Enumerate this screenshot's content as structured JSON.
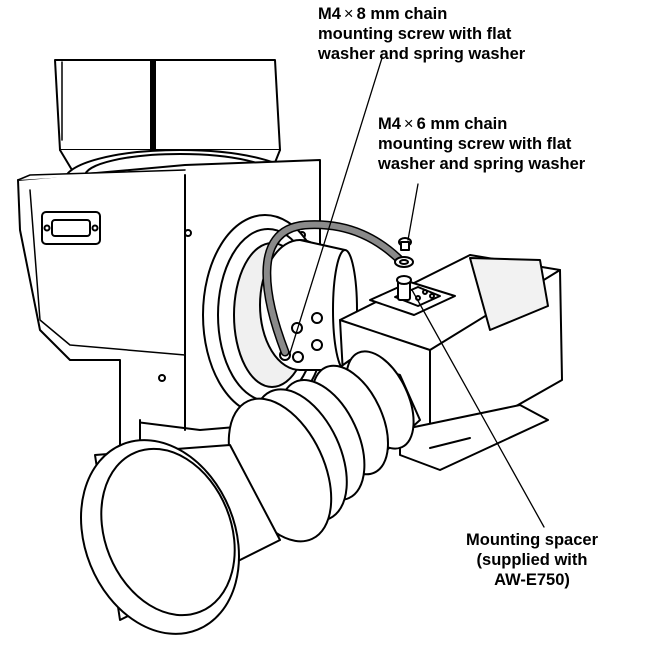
{
  "callouts": {
    "screw_8mm": {
      "line1_prefix": "M4",
      "line1_times": "×",
      "line1_suffix": "8 mm chain",
      "line2": "mounting screw with flat",
      "line3": "washer and spring washer"
    },
    "screw_6mm": {
      "line1_prefix": "M4",
      "line1_times": "×",
      "line1_suffix": "6 mm chain",
      "line2": "mounting screw with flat",
      "line3": "washer and spring washer"
    },
    "spacer": {
      "line1": "Mounting spacer",
      "line2": "(supplied with",
      "line3": "AW-E750)"
    }
  },
  "colors": {
    "line": "#000000",
    "chain": "#8a8a8a",
    "fill": "#ffffff",
    "shade": "#d9d9d9"
  }
}
